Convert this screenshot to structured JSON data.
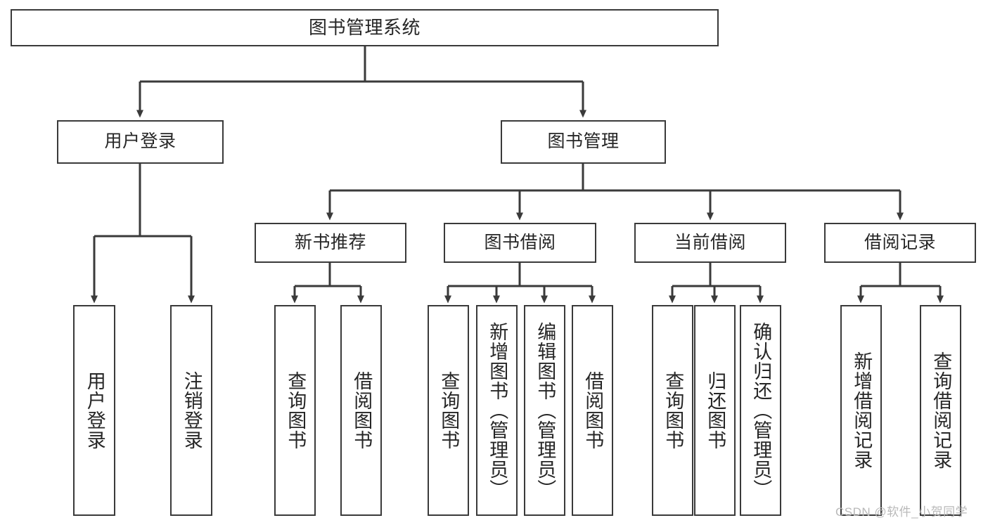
{
  "diagram": {
    "title": "图书管理系统",
    "type": "hierarchy-tree",
    "watermark": "CSDN @软件_小贺同学",
    "colors": {
      "box_border": "#3a3a3a",
      "box_fill": "#ffffff",
      "connector": "#3a3a3a",
      "text": "#262626",
      "watermark": "#b9b9b9"
    },
    "nodes": {
      "root": {
        "label": "图书管理系统"
      },
      "level2": [
        {
          "label": "用户登录"
        },
        {
          "label": "图书管理"
        }
      ],
      "level3": [
        {
          "label": "新书推荐"
        },
        {
          "label": "图书借阅"
        },
        {
          "label": "当前借阅"
        },
        {
          "label": "借阅记录"
        }
      ],
      "leaves": {
        "user_login": [
          {
            "label": "用户登录"
          },
          {
            "label": "注销登录"
          }
        ],
        "new_book_recommend": [
          {
            "label": "查询图书"
          },
          {
            "label": "借阅图书"
          }
        ],
        "book_borrow": [
          {
            "label": "查询图书"
          },
          {
            "label": "新增图书（管理员）"
          },
          {
            "label": "编辑图书（管理员）"
          },
          {
            "label": "借阅图书"
          }
        ],
        "current_borrow": [
          {
            "label": "查询图书"
          },
          {
            "label": "归还图书"
          },
          {
            "label": "确认归还（管理员）"
          }
        ],
        "borrow_record": [
          {
            "label": "新增借阅记录"
          },
          {
            "label": "查询借阅记录"
          }
        ]
      }
    }
  }
}
